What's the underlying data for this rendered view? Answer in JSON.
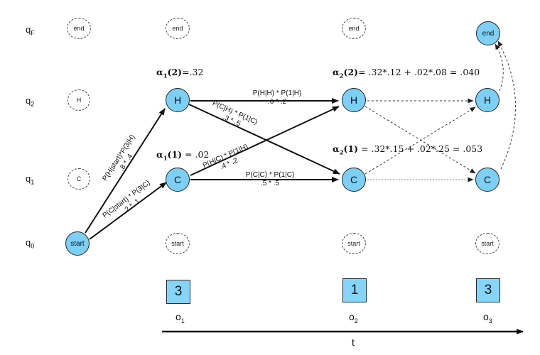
{
  "states": [
    {
      "id": "qF",
      "base": "q",
      "sub": "F"
    },
    {
      "id": "q2",
      "base": "q",
      "sub": "2"
    },
    {
      "id": "q1",
      "base": "q",
      "sub": "1"
    },
    {
      "id": "q0",
      "base": "q",
      "sub": "0"
    }
  ],
  "node_labels": {
    "end": "end",
    "H": "H",
    "C": "C",
    "start": "start"
  },
  "alpha": {
    "a1_2": {
      "sym": "α",
      "sub": "1",
      "arg": "(2)",
      "val": "=.32"
    },
    "a1_1": {
      "sym": "α",
      "sub": "1",
      "arg": "(1)",
      "val": " = .02"
    },
    "a2_2": {
      "sym": "α",
      "sub": "2",
      "arg": "(2)",
      "val": "= .32*.12 + .02*.08 = .040"
    },
    "a2_1": {
      "sym": "α",
      "sub": "2",
      "arg": "(1)",
      "val": " = .32*.15 + .02*.25 = .053"
    }
  },
  "edges": {
    "start_H": {
      "l1": "P(H|start)*P(3|H)",
      "l2": ".8 * .4"
    },
    "start_C": {
      "l1": "P(C|start) * P(3|C)",
      "l2": ".2 * .1"
    },
    "H_H": {
      "l1": "P(H|H) * P(1|H)",
      "l2": ".6 * .2"
    },
    "H_C": {
      "l1": "P(C|H) * P(1|C)",
      "l2": ".3 * .5"
    },
    "C_H": {
      "l1": "P(H|C) * P(1|H)",
      "l2": ".4 * .2"
    },
    "C_C": {
      "l1": "P(C|C) * P(1|C)",
      "l2": ".5 * .5"
    }
  },
  "observations": [
    {
      "value": "3",
      "base": "o",
      "sub": "1"
    },
    {
      "value": "1",
      "base": "o",
      "sub": "2"
    },
    {
      "value": "3",
      "base": "o",
      "sub": "3"
    }
  ],
  "time_axis_label": "t",
  "colors": {
    "node_fill": "#7ecff5",
    "obs_fill": "#86d4f7",
    "stroke": "#111111"
  }
}
